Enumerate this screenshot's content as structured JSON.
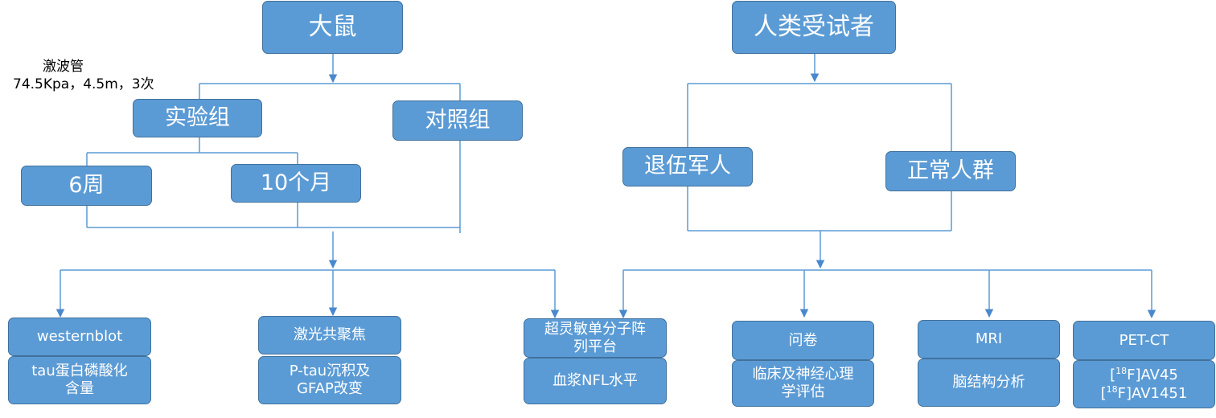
{
  "rat": {
    "root": "大鼠",
    "note_line1": "激波管",
    "note_line2": "74.5Kpa，4.5m，3次",
    "experimental_group": "实验组",
    "control_group": "对照组",
    "week6": "6周",
    "month10": "10个月"
  },
  "human": {
    "root": "人类受试者",
    "veterans": "退伍军人",
    "normal": "正常人群"
  },
  "methods": {
    "western": {
      "title": "westernblot",
      "detail": "tau蛋白磷酸化含量"
    },
    "confocal": {
      "title": "激光共聚焦",
      "detail": "P-tau沉积及GFAP改变"
    },
    "simoa": {
      "title": "超灵敏单分子阵列平台",
      "detail": "血浆NFL水平"
    },
    "questionnaire": {
      "title": "问卷",
      "detail": "临床及神经心理学评估"
    },
    "mri": {
      "title": "MRI",
      "detail": "脑结构分析"
    },
    "petct": {
      "title": "PET-CT",
      "tracer1_iso": "18",
      "tracer1_pre": "[",
      "tracer1_post": "F]AV45",
      "tracer2_iso": "18",
      "tracer2_pre": "[",
      "tracer2_post": "F]AV1451"
    }
  },
  "colors": {
    "box_fill": "#5b9bd5",
    "box_border": "#41719c",
    "line": "#5b9bd5",
    "arrow": "#4a88cc"
  }
}
